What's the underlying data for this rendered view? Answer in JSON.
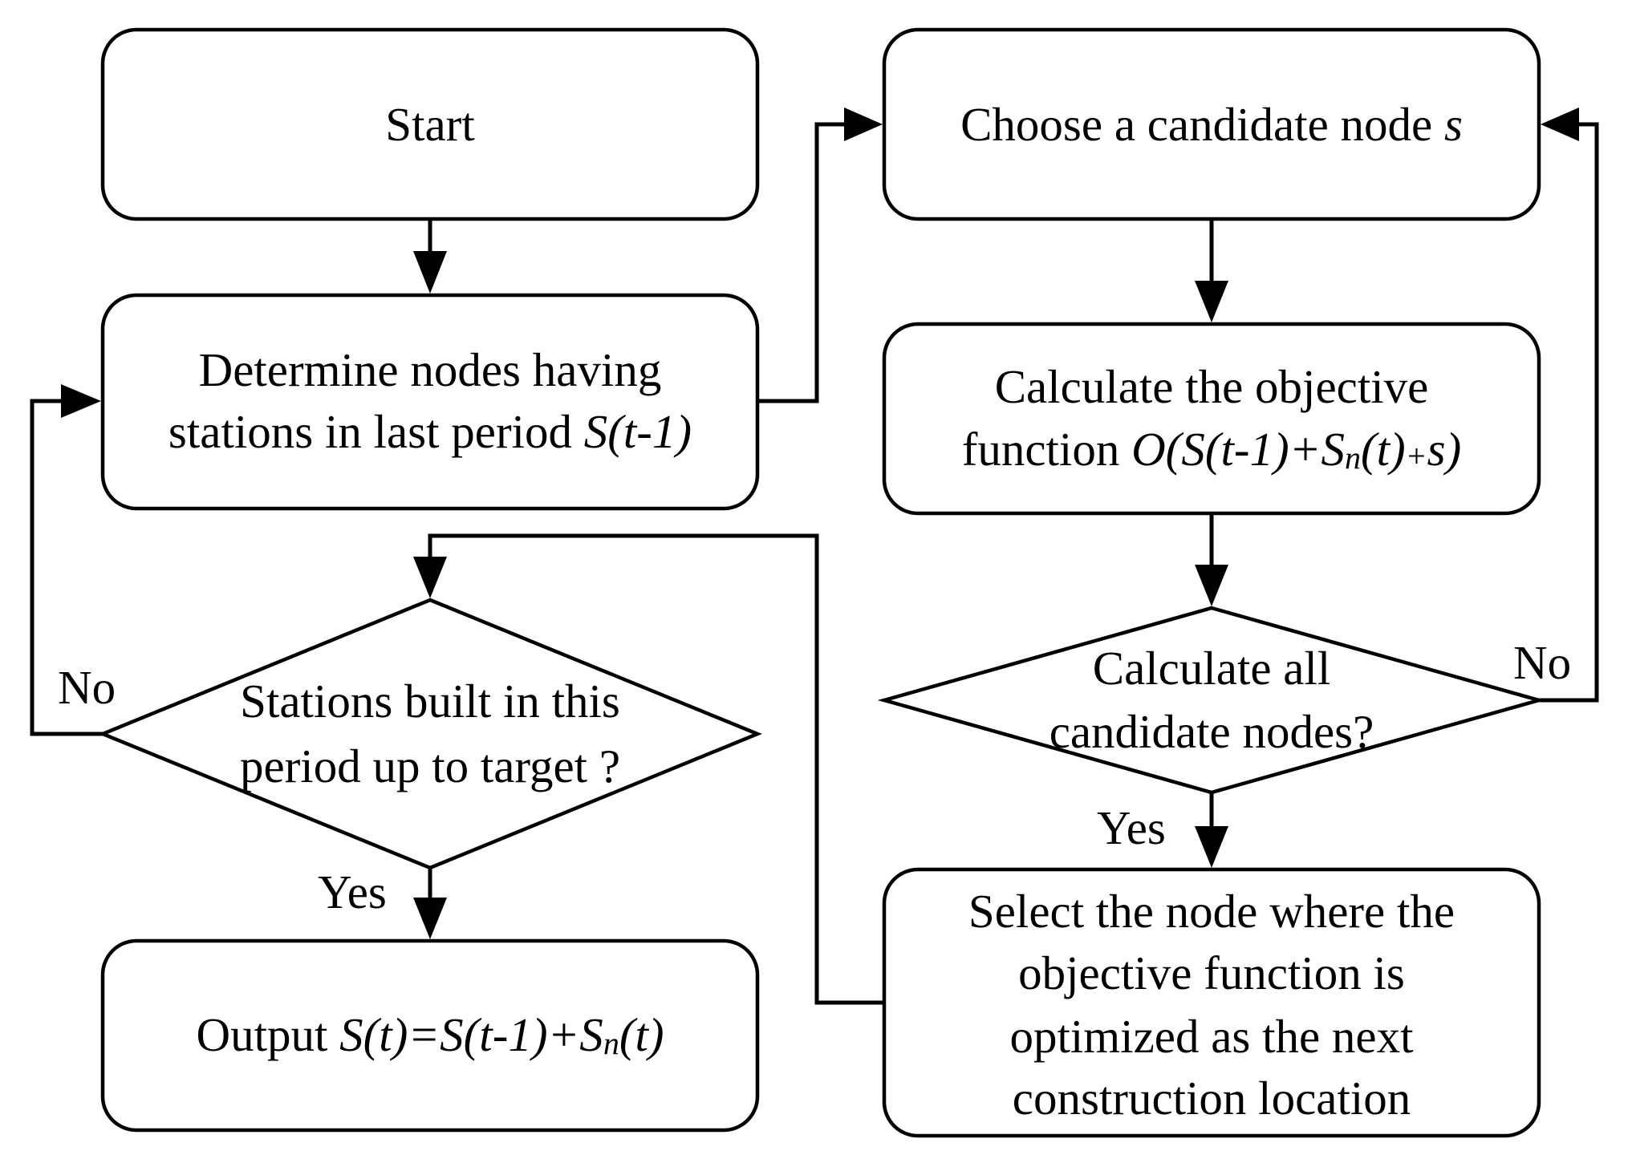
{
  "nodes": {
    "start": {
      "text": "Start"
    },
    "determine": {
      "line1": "Determine nodes having",
      "line2_prefix": "stations in last period ",
      "line2_math": "S(t-1)"
    },
    "check_built": {
      "line1": "Stations built in this",
      "line2": "period up to target ?"
    },
    "output": {
      "prefix": "Output ",
      "math_a": "S(t)=S(t-1)+S",
      "math_sub": "n",
      "math_b": "(t)"
    },
    "choose": {
      "prefix": "Choose a candidate node ",
      "math": "s"
    },
    "calculate": {
      "line1": "Calculate the objective",
      "line2_prefix": "function ",
      "math_a": "O(S(t-1)+S",
      "math_sub": "n",
      "math_b": "(t)",
      "math_plus": "+",
      "math_c": "s)"
    },
    "check_all": {
      "line1": "Calculate all",
      "line2": "candidate nodes?"
    },
    "select": {
      "line1": "Select the node where the",
      "line2": "objective function is",
      "line3": "optimized as the next",
      "line4": "construction location"
    }
  },
  "edge_labels": {
    "no_left": "No",
    "yes_left": "Yes",
    "no_right": "No",
    "yes_right": "Yes"
  },
  "colors": {
    "stroke": "#000000",
    "background": "#ffffff"
  }
}
